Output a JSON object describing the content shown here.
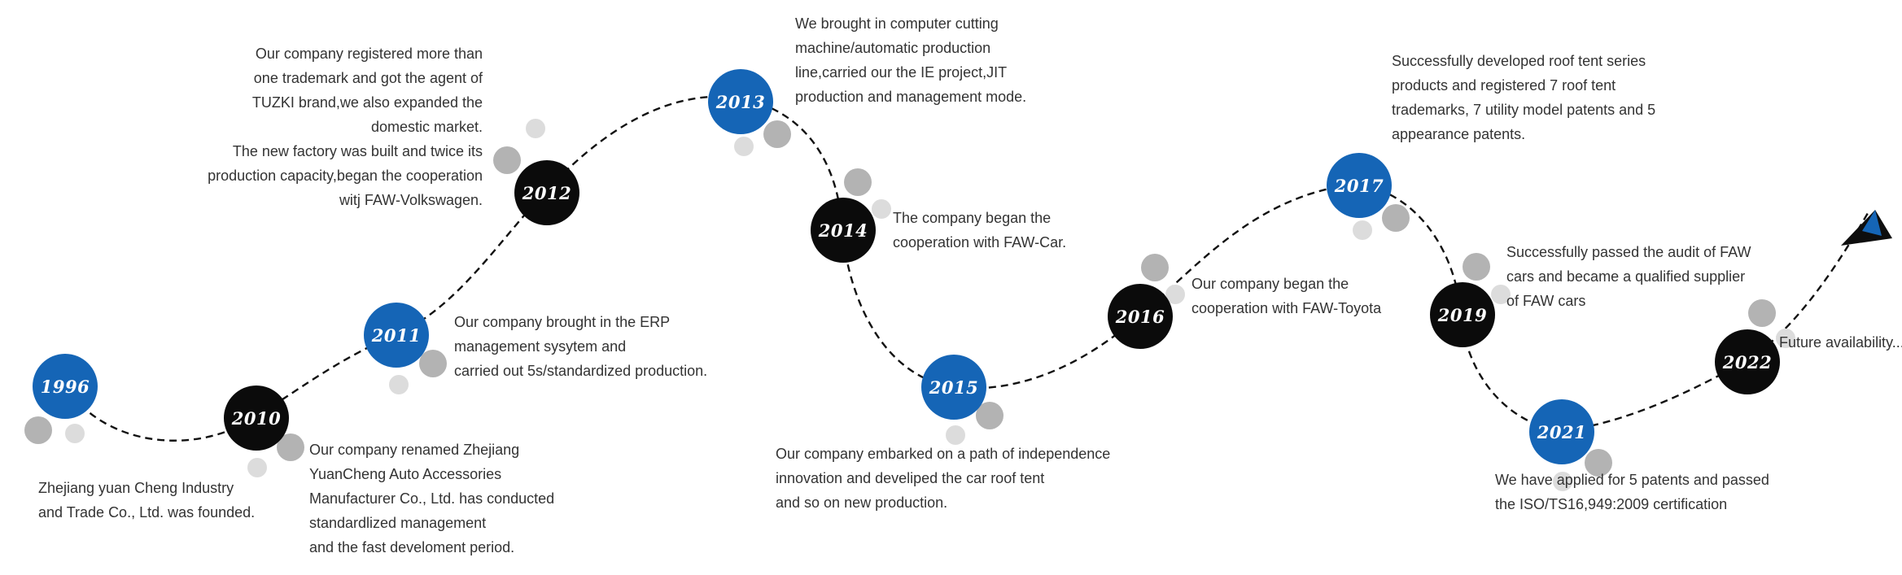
{
  "milestones": [
    {
      "year": "1996",
      "color": "blue",
      "description": [
        "Zhejiang yuan Cheng Industry",
        "and Trade Co., Ltd. was founded."
      ]
    },
    {
      "year": "2010",
      "color": "black",
      "description": [
        "Our company renamed Zhejiang",
        "YuanCheng Auto Accessories",
        "Manufacturer Co., Ltd. has conducted",
        "standardlized management",
        "and the fast develoment period."
      ]
    },
    {
      "year": "2011",
      "color": "blue",
      "description": [
        "Our company brought in the ERP",
        "management sysytem and",
        "carried out 5s/standardized production."
      ]
    },
    {
      "year": "2012",
      "color": "black",
      "description": [
        "Our company registered more than",
        "one trademark and got the agent of",
        "TUZKI brand,we also expanded the",
        "domestic market.",
        "The new factory was built and twice its",
        "production capacity,began the cooperation",
        "witj FAW-Volkswagen."
      ]
    },
    {
      "year": "2013",
      "color": "blue",
      "description": [
        "We brought in computer cutting",
        "machine/automatic production",
        "line,carried our the IE project,JIT",
        "production and management mode."
      ]
    },
    {
      "year": "2014",
      "color": "black",
      "description": [
        "The company began the",
        "cooperation with FAW-Car."
      ]
    },
    {
      "year": "2015",
      "color": "blue",
      "description": [
        "Our company embarked on a path of independence",
        "innovation and develiped the car roof tent",
        "and so on new production."
      ]
    },
    {
      "year": "2016",
      "color": "black",
      "description": [
        "Our company began the",
        "cooperation with FAW-Toyota"
      ]
    },
    {
      "year": "2017",
      "color": "blue",
      "description": [
        "Successfully developed roof tent series",
        "products and registered 7 roof tent",
        "trademarks, 7 utility model patents and 5",
        "appearance patents."
      ]
    },
    {
      "year": "2019",
      "color": "black",
      "description": [
        "Successfully passed the audit of FAW",
        "cars and became a qualified supplier",
        "of FAW cars"
      ]
    },
    {
      "year": "2021",
      "color": "blue",
      "description": [
        "We have applied for 5 patents and passed",
        "the ISO/TS16,949:2009 certification"
      ]
    },
    {
      "year": "2022",
      "color": "black",
      "description": [
        "Future availability..."
      ]
    }
  ],
  "colors": {
    "blue": "#1565b6",
    "black": "#0b0b0b",
    "dot_dark": "#b3b3b3",
    "dot_light": "#dcdcdc",
    "text": "#333333"
  },
  "icons": {
    "arrow": "arrowhead-icon"
  }
}
